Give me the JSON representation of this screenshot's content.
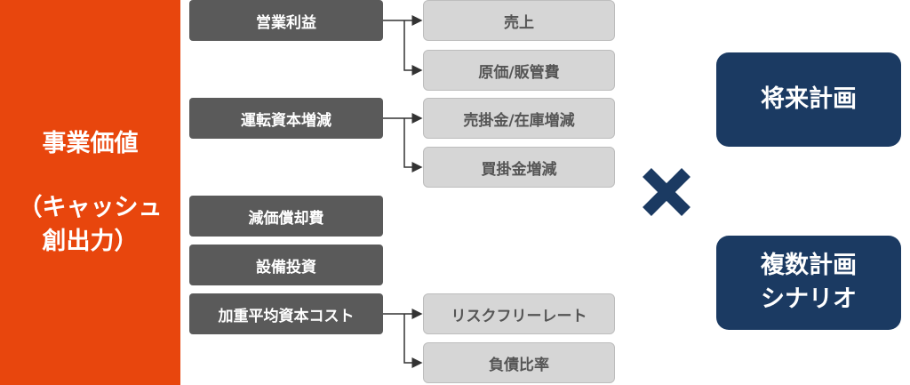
{
  "root": {
    "line1": "事業価値",
    "line2": "（キャッシュ",
    "line3": "創出力）"
  },
  "drivers": [
    {
      "label": "営業利益",
      "children": [
        "売上",
        "原価/販管費"
      ]
    },
    {
      "label": "運転資本増減",
      "children": [
        "売掛金/在庫増減",
        "買掛金増減"
      ]
    },
    {
      "label": "減価償却費",
      "children": []
    },
    {
      "label": "設備投資",
      "children": []
    },
    {
      "label": "加重平均資本コスト",
      "children": [
        "リスクフリーレート",
        "負債比率"
      ]
    }
  ],
  "operator": "×",
  "outputs": [
    {
      "lines": [
        "将来計画"
      ]
    },
    {
      "lines": [
        "複数計画",
        "シナリオ"
      ]
    }
  ],
  "colors": {
    "root": "#e8460d",
    "driver": "#5a5a5a",
    "leaf": "#d6d6d6",
    "output": "#1b3a62"
  }
}
